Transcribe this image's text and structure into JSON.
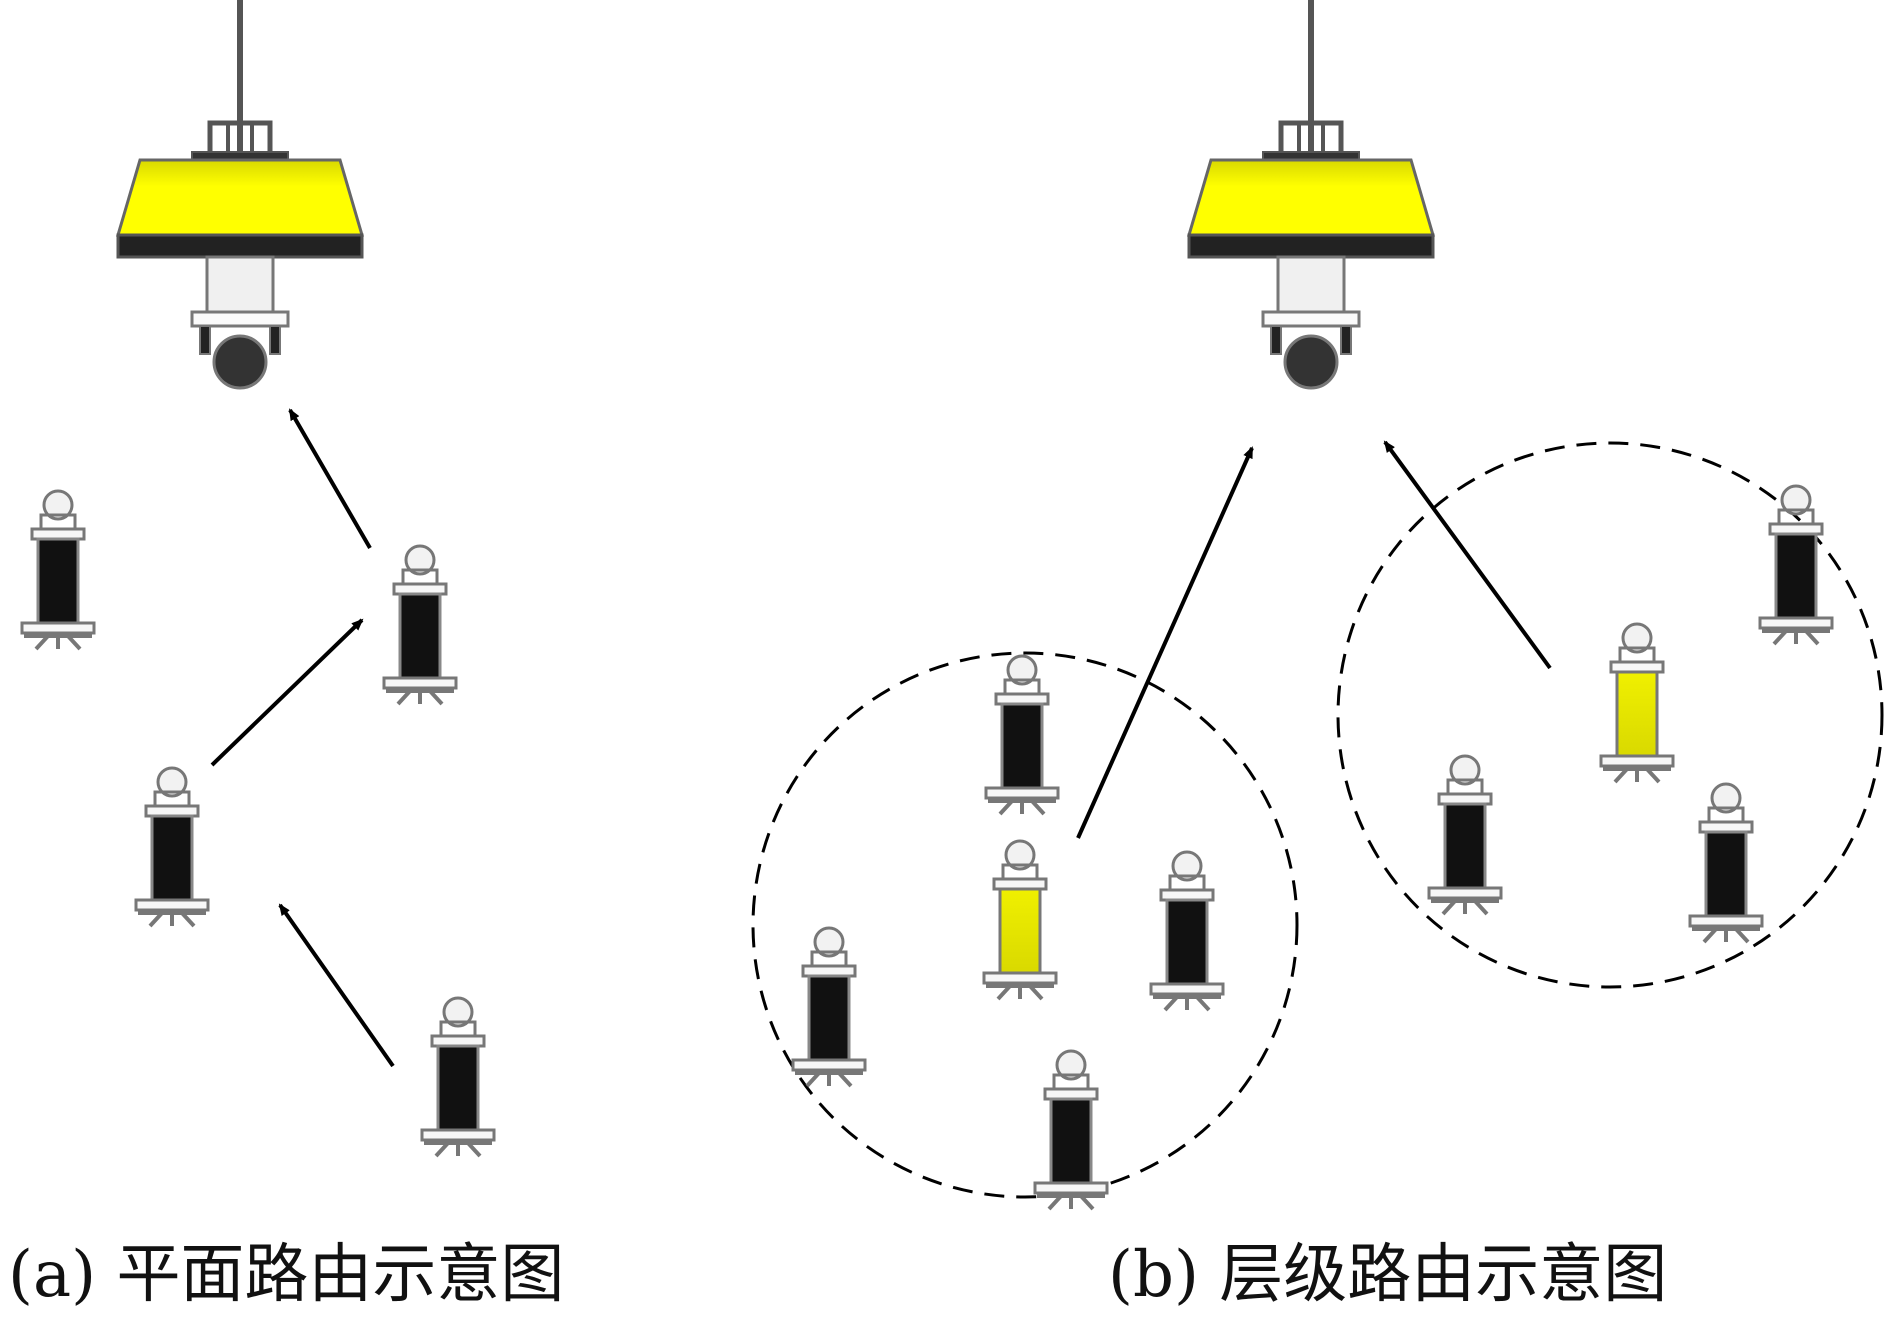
{
  "captions": {
    "a": "(a) 平面路由示意图",
    "b": "(b) 层级路由示意图"
  },
  "colors": {
    "buoy_top": "#ffff00",
    "sensor_normal": "#111111",
    "sensor_cluster_head": "#e6e600",
    "outline": "#666666",
    "arrow": "#000000"
  },
  "panels": [
    {
      "id": "a",
      "title_key": "captions.a",
      "nodes": [
        {
          "role": "sink-buoy"
        },
        {
          "role": "sensor"
        },
        {
          "role": "sensor"
        },
        {
          "role": "sensor"
        },
        {
          "role": "sensor"
        }
      ],
      "links": "multi-hop chain to sink"
    },
    {
      "id": "b",
      "title_key": "captions.b",
      "nodes": [
        {
          "role": "sink-buoy"
        },
        {
          "role": "cluster-head",
          "cluster": 1
        },
        {
          "role": "sensor",
          "cluster": 1
        },
        {
          "role": "sensor",
          "cluster": 1
        },
        {
          "role": "sensor",
          "cluster": 1
        },
        {
          "role": "sensor",
          "cluster": 1
        },
        {
          "role": "cluster-head",
          "cluster": 2
        },
        {
          "role": "sensor",
          "cluster": 2
        },
        {
          "role": "sensor",
          "cluster": 2
        },
        {
          "role": "sensor",
          "cluster": 2
        }
      ],
      "links": "cluster heads to sink"
    }
  ]
}
